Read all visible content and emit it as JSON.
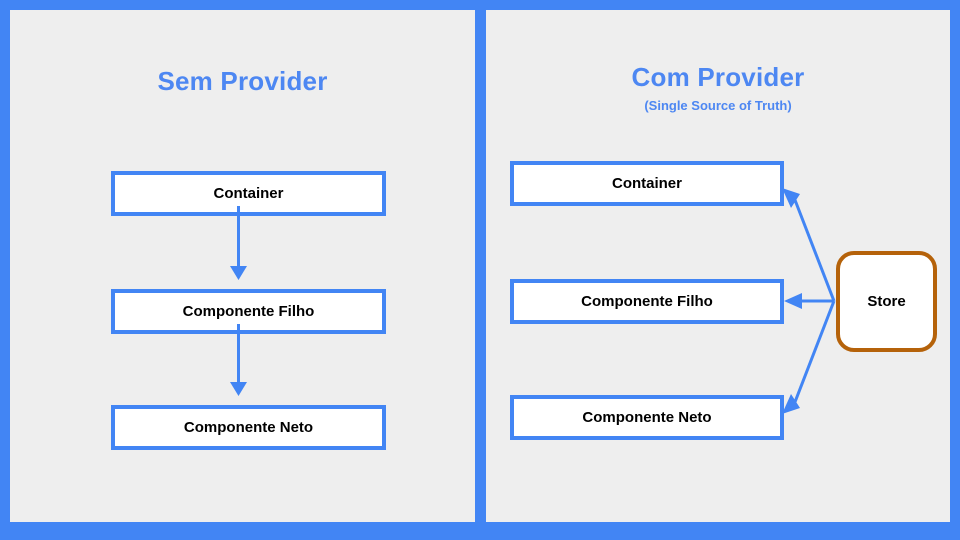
{
  "slide": {
    "frame_color": "#4285f4",
    "panel_background": "#eeeeee"
  },
  "panels": [
    {
      "id": "sem-provider",
      "title": "Sem Provider",
      "subtitle": "",
      "accent_color": "#4d87f2",
      "nodes": [
        {
          "label": "Container"
        },
        {
          "label": "Componente Filho"
        },
        {
          "label": "Componente Neto"
        }
      ],
      "arrows": [
        {
          "from": "Container",
          "to": "Componente Filho",
          "direction": "down"
        },
        {
          "from": "Componente Filho",
          "to": "Componente Neto",
          "direction": "down"
        }
      ]
    },
    {
      "id": "com-provider",
      "title": "Com Provider",
      "subtitle": "(Single Source of Truth)",
      "accent_color": "#4d87f2",
      "nodes": [
        {
          "label": "Container"
        },
        {
          "label": "Componente Filho"
        },
        {
          "label": "Componente Neto"
        }
      ],
      "store": {
        "label": "Store",
        "border_color": "#b5620a"
      },
      "arrows": [
        {
          "from": "Store",
          "to": "Container",
          "direction": "up-left"
        },
        {
          "from": "Store",
          "to": "Componente Filho",
          "direction": "left"
        },
        {
          "from": "Store",
          "to": "Componente Neto",
          "direction": "down-left"
        }
      ]
    }
  ],
  "colors": {
    "blue": "#4285f4",
    "node_border": "#4285f4",
    "store_border": "#b5620a",
    "text": "#000000",
    "title": "#4d87f2",
    "panel_bg": "#eeeeee"
  }
}
